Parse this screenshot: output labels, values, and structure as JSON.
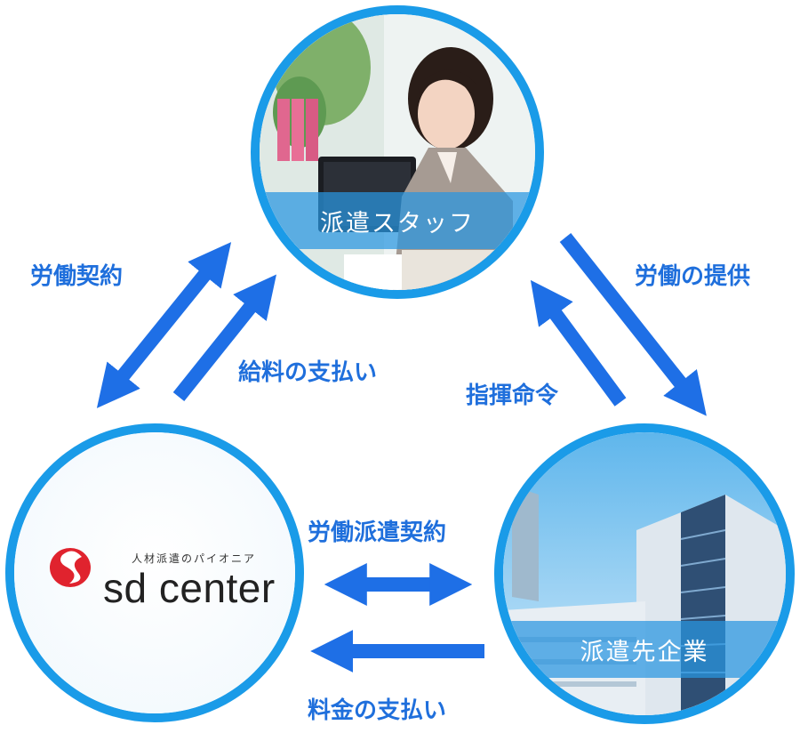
{
  "nodes": {
    "staff": {
      "label": "派遣スタッフ"
    },
    "agency": {
      "tagline": "人材派遣のパイオニア",
      "brand": "sd center"
    },
    "client": {
      "label": "派遣先企業"
    }
  },
  "flows": {
    "labor_contract": "労働契約",
    "salary_payment": "給料の支払い",
    "labor_provision": "労働の提供",
    "instruction": "指揮命令",
    "dispatch_contract": "労働派遣契約",
    "fee_payment": "料金の支払い"
  },
  "colors": {
    "circle_border": "#1a9be8",
    "arrow": "#1e6fe6",
    "label": "#1f6fdc",
    "logo_red": "#e0232e"
  }
}
